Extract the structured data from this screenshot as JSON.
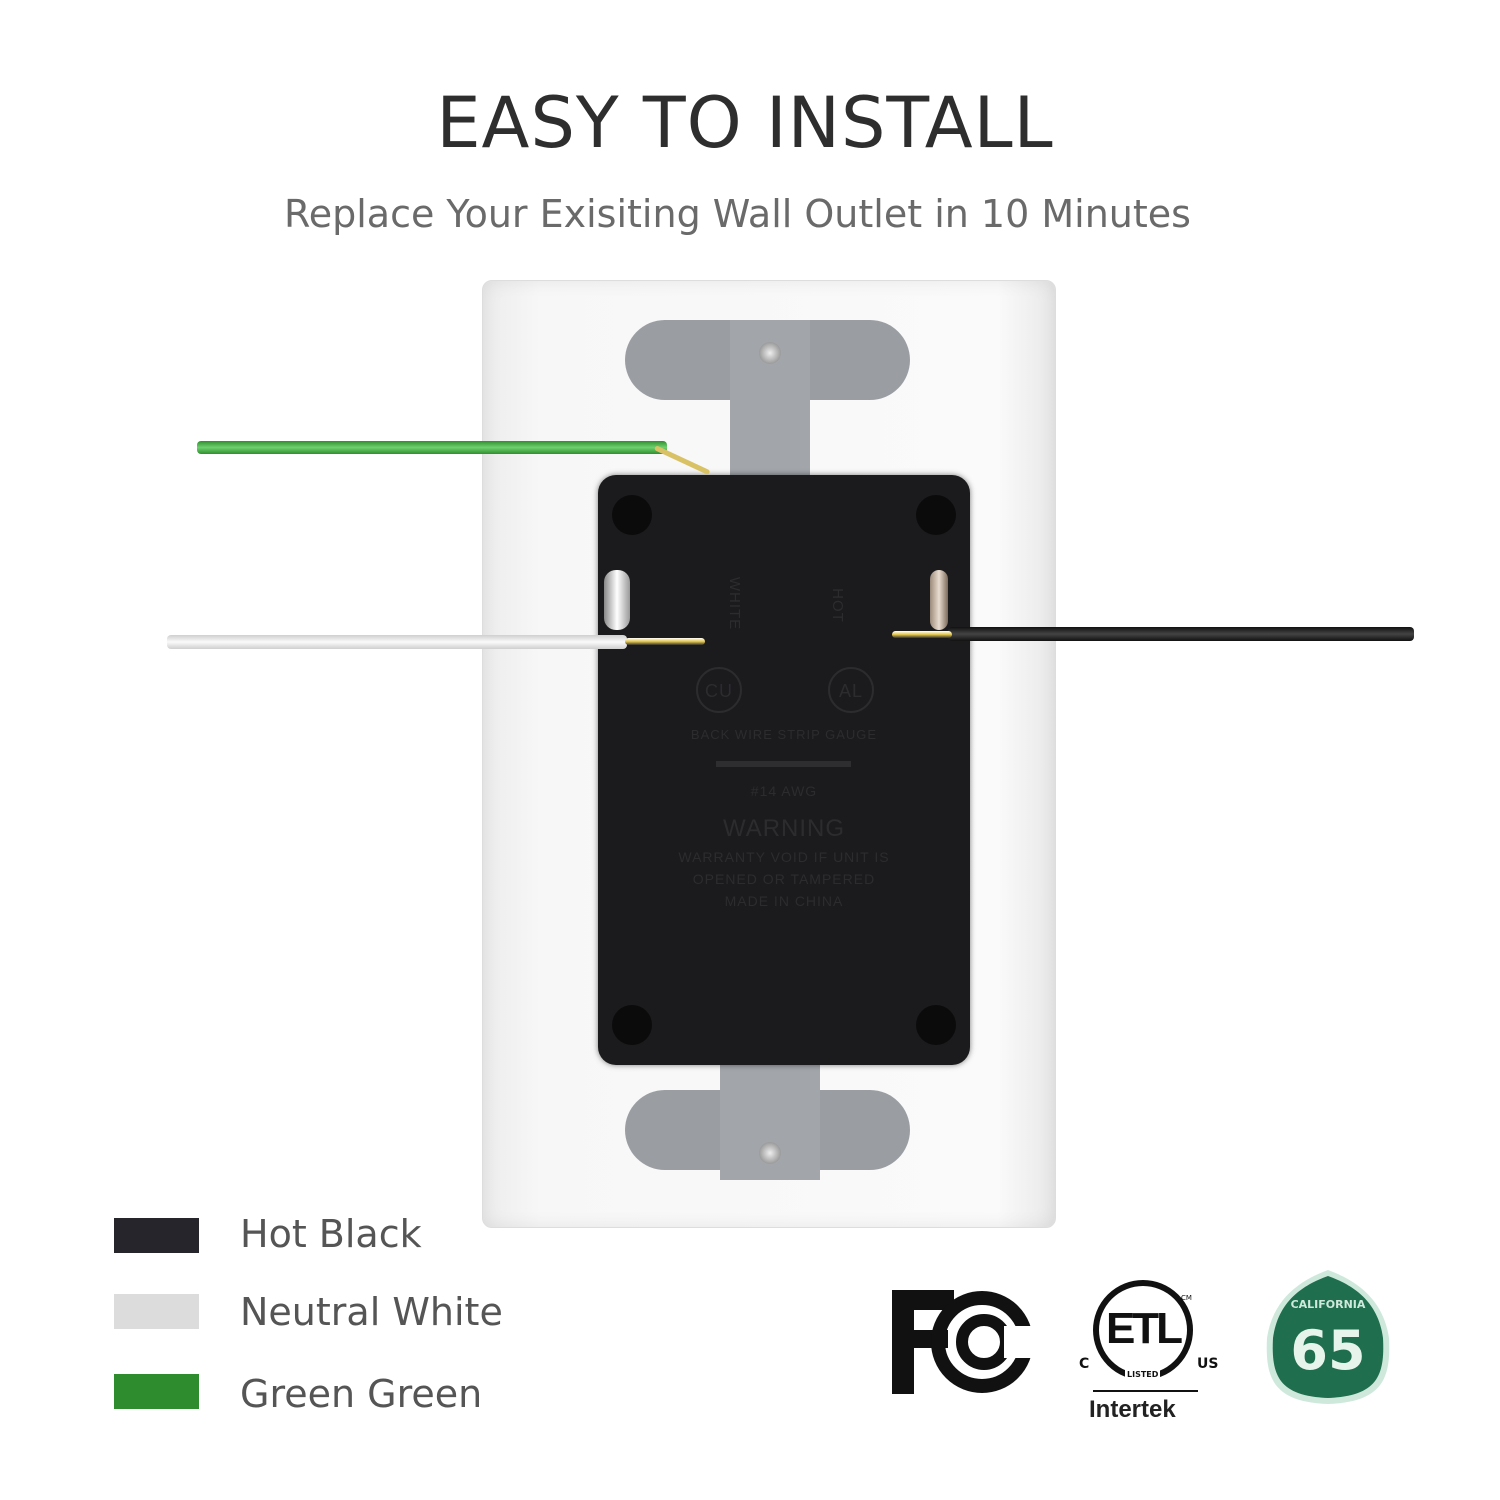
{
  "header": {
    "title": "EASY TO INSTALL",
    "subtitle": "Replace Your Exisiting Wall Outlet in 10 Minutes"
  },
  "outlet": {
    "emboss": {
      "neutral_side": "WHITE",
      "hot_side": "HOT",
      "cu": "CU",
      "al": "AL",
      "strip_gauge": "BACK WIRE STRIP GAUGE",
      "awg": "#14 AWG",
      "warning": "WARNING",
      "warning_text": [
        "WARRANTY VOID IF UNIT IS",
        "OPENED OR TAMPERED",
        "MADE IN CHINA"
      ]
    }
  },
  "legend": [
    {
      "label": "Hot Black",
      "color": "#26252b"
    },
    {
      "label": "Neutral White",
      "color": "#dcdcdc"
    },
    {
      "label": "Green Green",
      "color": "#2e8b2e"
    }
  ],
  "wire_colors": {
    "green": "#4cb04c",
    "white": "#efefef",
    "black": "#1e1e1e",
    "copper": "#e6c84a"
  },
  "certifications": {
    "fcc": "FC",
    "etl": {
      "mark": "ETL",
      "c": "C",
      "us": "US",
      "listed": "LISTED",
      "cm": "CM",
      "brand": "Intertek"
    },
    "prop65": {
      "state": "CALIFORNIA",
      "number": "65",
      "color": "#1f6e4e"
    }
  }
}
